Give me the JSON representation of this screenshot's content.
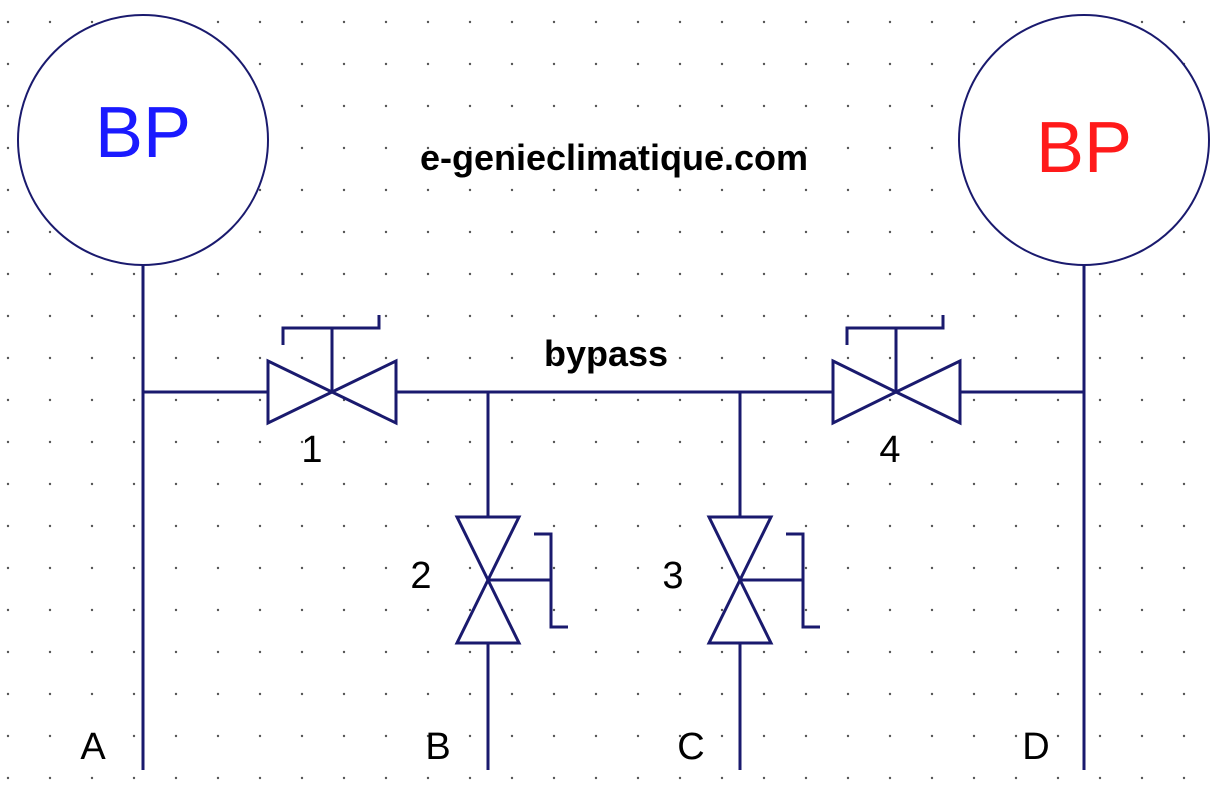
{
  "colors": {
    "line": "#1a1a6e",
    "gauge_left_label": "#1a1aff",
    "gauge_right_label": "#ff1a1a",
    "text": "#000000",
    "grid_dot": "#555555"
  },
  "gauges": {
    "left": {
      "label": "BP"
    },
    "right": {
      "label": "BP"
    }
  },
  "watermark": "e-genieclimatique.com",
  "bypass_label": "bypass",
  "valves": {
    "v1": {
      "label": "1"
    },
    "v2": {
      "label": "2"
    },
    "v3": {
      "label": "3"
    },
    "v4": {
      "label": "4"
    }
  },
  "ports": {
    "a": "A",
    "b": "B",
    "c": "C",
    "d": "D"
  }
}
